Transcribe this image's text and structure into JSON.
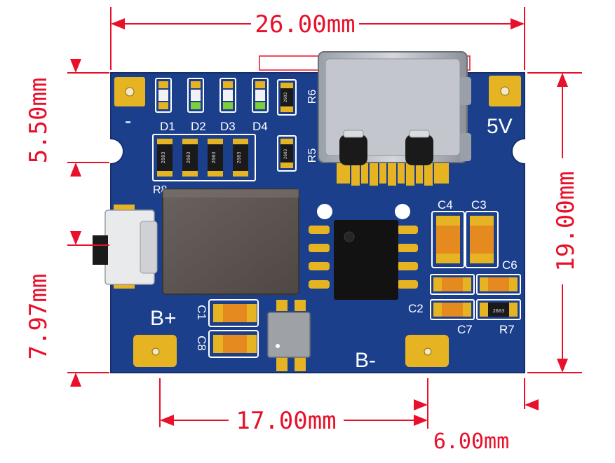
{
  "dimensions": {
    "width": "26.00mm",
    "height": "19.00mm",
    "top_offset": "5.50mm",
    "bottom_offset": "7.97mm",
    "pad_spacing": "17.00mm",
    "right_offset": "6.00mm"
  },
  "silkscreen": {
    "minus": "-",
    "five_v": "5V",
    "b_plus": "B+",
    "b_minus": "B-",
    "d1": "D1",
    "d2": "D2",
    "d3": "D3",
    "d4": "D4",
    "r5": "R5",
    "r6": "R6",
    "r7": "R7",
    "r8": "R8",
    "c1": "C1",
    "c2": "C2",
    "c3": "C3",
    "c4": "C4",
    "c6": "C6",
    "c7": "C7",
    "c8": "C8"
  },
  "chip_marks": {
    "res_a": "2603",
    "res_b": "2603",
    "res_c": "2603",
    "res_d": "2603",
    "r5_mark": "2603",
    "r6_mark": "2603",
    "r7_mark": "2603"
  },
  "colors": {
    "dimension": "#e8102a",
    "board": "#1c3f8c",
    "pad_gold": "#e6b422",
    "silkscreen": "#ffffff"
  }
}
